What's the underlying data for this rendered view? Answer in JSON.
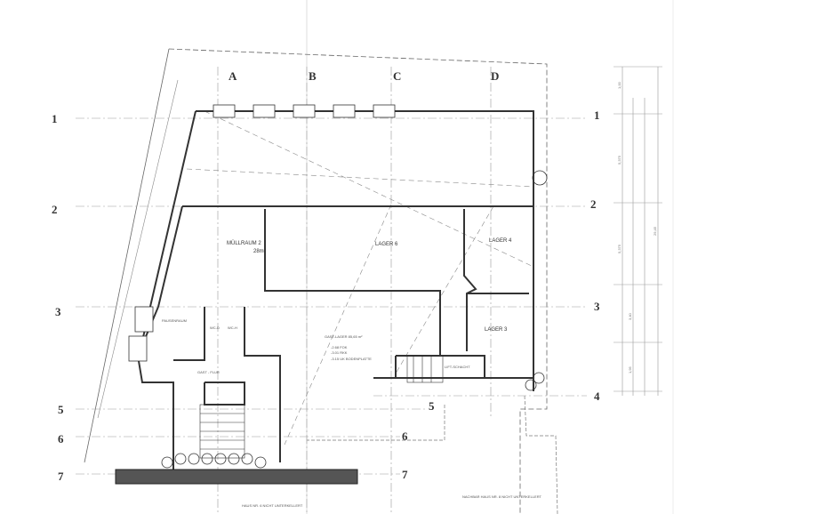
{
  "plan": {
    "column_axes": [
      "A",
      "B",
      "C",
      "D"
    ],
    "row_axes_left": [
      "1",
      "2",
      "3",
      "5",
      "6",
      "7"
    ],
    "row_axes_right": [
      "1",
      "2",
      "3",
      "4",
      "5",
      "6",
      "7"
    ],
    "rooms": {
      "muellraum": "MÜLLRAUM 2",
      "muellraum_area": "28m²",
      "lager_6": "LAGER 6",
      "lager_4": "LAGER 4",
      "lager_3": "LAGER 3",
      "pausenraum": "PAUSENRAUM",
      "wc_d": "WC-D",
      "wc_h": "WC-H",
      "gast_flur": "GAST - FLUR",
      "lift": "LIFT-SCHACHT",
      "gast_lager": "GAST-LAGER 85,65 m²",
      "level_fok": "-2.68 FOK",
      "level_rkk": "-3.01 RKK",
      "level_uk": "-3.15 UK BODENPLATTE"
    },
    "notes": {
      "bottom_left": "HAUS NR. 6 NICHT UNTERKELLERT",
      "bottom_right": "NACHBAR HAUS NR. 8 NICHT UNTERKELLERT"
    },
    "dimensions": [
      "1,00",
      "5,375",
      "5,375",
      "3,40",
      "1,95",
      "29,45"
    ],
    "colors": {
      "ink": "#333333",
      "paper": "#ffffff"
    }
  }
}
